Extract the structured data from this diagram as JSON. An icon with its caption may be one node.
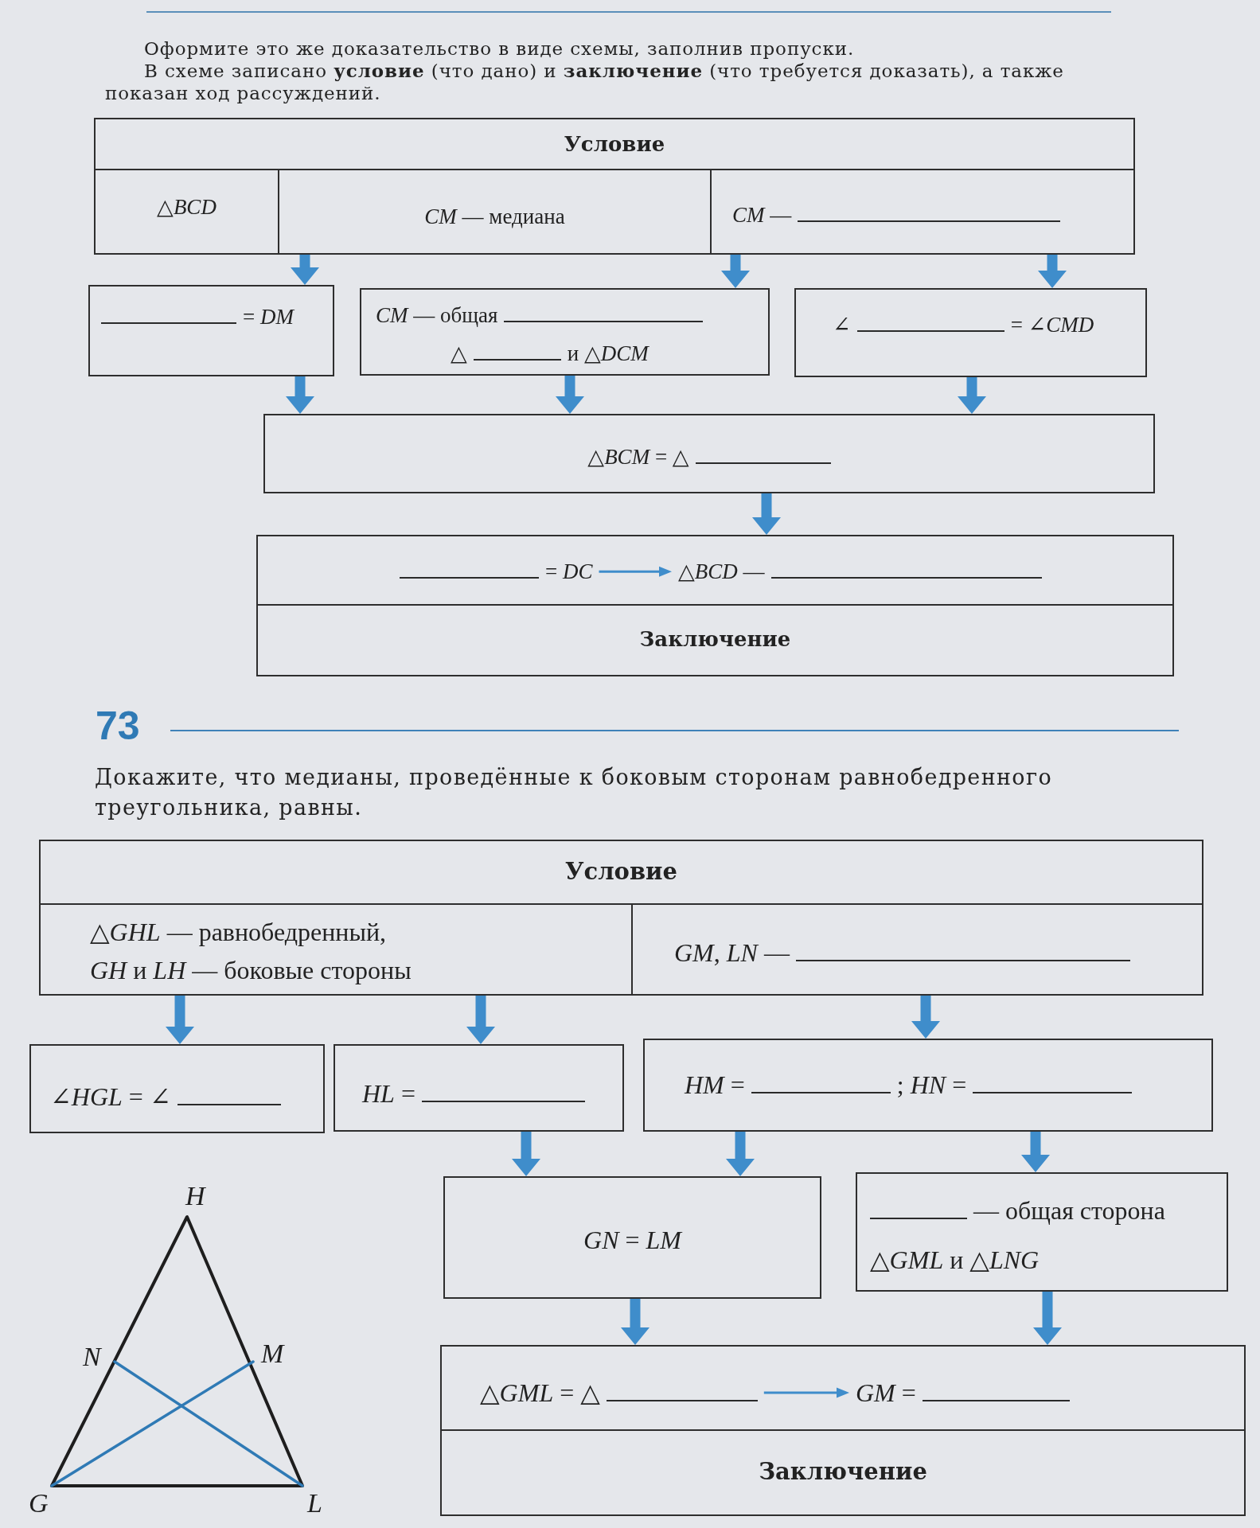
{
  "diagram": {
    "nodes": [
      {
        "text": [
          "Условие"
        ]
      },
      {
        "text": [
          "△*BCD*"
        ],
        "in": 0
      },
      {
        "text": [
          "*CM* — медиана"
        ],
        "in": 0
      },
      {
        "text": [
          "*CM* —"
        ],
        "in": 0
      },
      {
        "text": [
          "= *DM*"
        ]
      },
      {
        "text": [
          "*CM* — общая",
          "△",
          "и △*DCM*"
        ]
      },
      {
        "text": [
          "∠",
          "= ∠*CMD*"
        ]
      },
      {
        "text": [
          "△*BCM* = △"
        ]
      },
      {
        "text": [
          "Заключение"
        ]
      },
      {
        "text": [
          "= *DC*"
        ],
        "in": 8
      },
      {
        "text": [
          "△*BCD* —"
        ],
        "in": 8
      },
      {
        "text": [
          "Условие"
        ]
      },
      {
        "text": [
          "△*GHL* — равнобедренный,",
          "*GH* и *LH* — боковые стороны"
        ],
        "in": 11
      },
      {
        "text": [
          "*GM*, *LN* —"
        ],
        "in": 11
      },
      {
        "text": [
          "∠*HGL* = ∠"
        ]
      },
      {
        "text": [
          "*HL* ="
        ]
      },
      {
        "text": [
          "*HM* =",
          "; *HN* ="
        ]
      },
      {
        "text": [
          "*GN* = *LM*"
        ]
      },
      {
        "text": [
          "— общая сторона",
          "△*GML* и △*LNG*"
        ]
      },
      {
        "text": [
          "Заключение"
        ]
      },
      {
        "text": [
          "△*GML* = △"
        ],
        "in": 19
      },
      {
        "text": [
          "*GM* ="
        ],
        "in": 19
      }
    ],
    "edges": [
      {
        "from": 2,
        "to": 4,
        "arrow": "to",
        "style": "thick"
      },
      {
        "from": 3,
        "to": 5,
        "arrow": "to",
        "style": "thick"
      },
      {
        "from": 3,
        "to": 6,
        "arrow": "to",
        "style": "thick"
      },
      {
        "from": 4,
        "to": 7,
        "arrow": "to",
        "style": "thick"
      },
      {
        "from": 5,
        "to": 7,
        "arrow": "to",
        "style": "thick"
      },
      {
        "from": 6,
        "to": 7,
        "arrow": "to",
        "style": "thick"
      },
      {
        "from": 7,
        "to": 8,
        "arrow": "to",
        "style": "thick"
      },
      {
        "from": 9,
        "to": 10,
        "arrow": "to"
      },
      {
        "from": 12,
        "to": 14,
        "arrow": "to",
        "style": "thick"
      },
      {
        "from": 12,
        "to": 15,
        "arrow": "to",
        "style": "thick"
      },
      {
        "from": 13,
        "to": 16,
        "arrow": "to",
        "style": "thick"
      },
      {
        "from": 15,
        "to": 17,
        "arrow": "to",
        "style": "thick"
      },
      {
        "from": 16,
        "to": 17,
        "arrow": "to",
        "style": "thick"
      },
      {
        "from": 16,
        "to": 18,
        "arrow": "to",
        "style": "thick"
      },
      {
        "from": 17,
        "to": 19,
        "arrow": "to",
        "style": "thick"
      },
      {
        "from": 18,
        "to": 19,
        "arrow": "to",
        "style": "thick"
      },
      {
        "from": 20,
        "to": 21,
        "arrow": "to"
      }
    ],
    "labels": [
      "Оформите это же доказательство в виде схемы, заполнив пропуски.",
      "В схеме записано **условие** (что дано) и **заключение** (что требуется доказать), а также показан ход рассуждений.",
      "73",
      "Докажите, что медианы, проведённые к боковым сторонам равнобедренного треугольника, равны.",
      "H",
      "N",
      "M",
      "G",
      "L"
    ]
  }
}
